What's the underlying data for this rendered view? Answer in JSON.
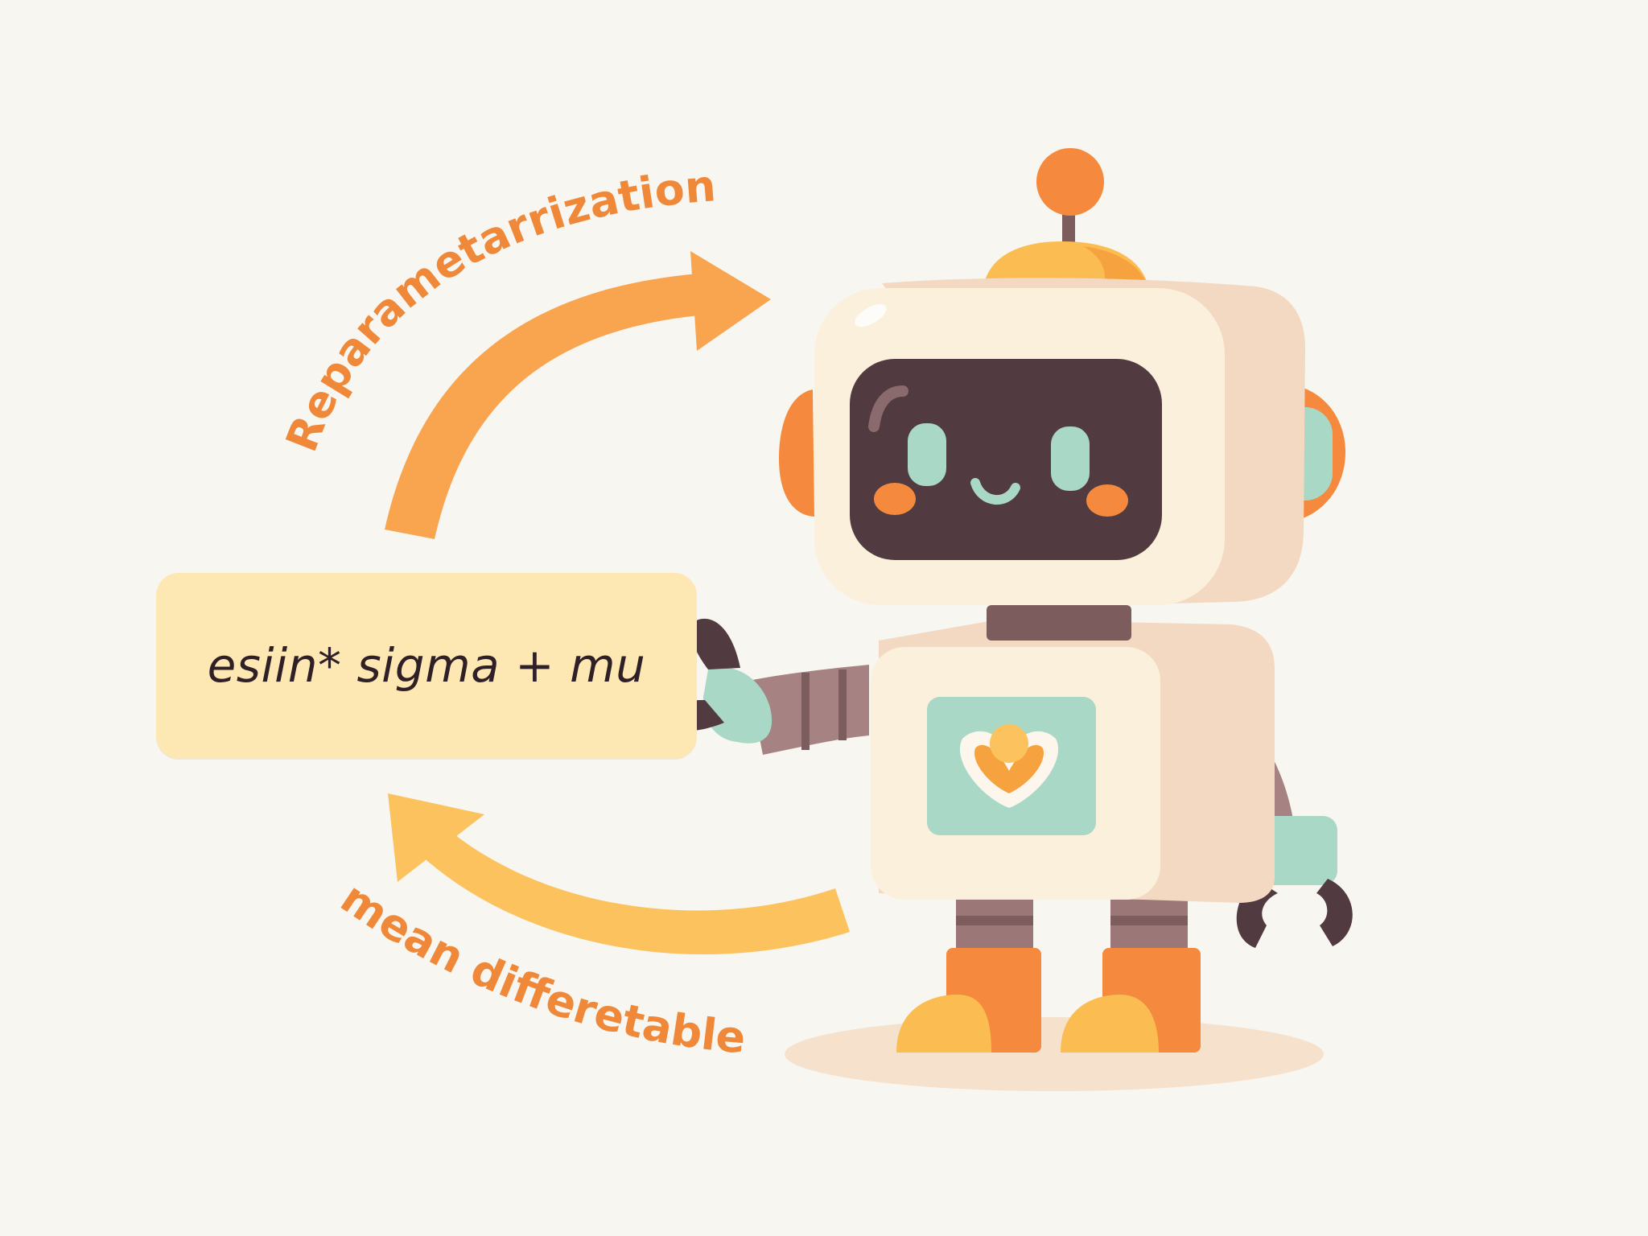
{
  "labels": {
    "top_curve": "Reparametarrization",
    "bottom_curve": "mean differetable"
  },
  "formula": {
    "text": "esiin* sigma + mu"
  },
  "colors": {
    "background": "#f8f6f0",
    "accent_orange": "#f0883a",
    "arrow_orange": "#f9a550",
    "arrow_yellow": "#fbc25e",
    "formula_box": "#fde7b3",
    "robot_body": "#f8ead8",
    "robot_screen": "#523a41",
    "robot_mint": "#a9d8c6"
  },
  "icons": {
    "top_arrow": "curved-arrow-right-icon",
    "bottom_arrow": "curved-arrow-left-icon",
    "chest_emblem": "heart-v-icon"
  }
}
